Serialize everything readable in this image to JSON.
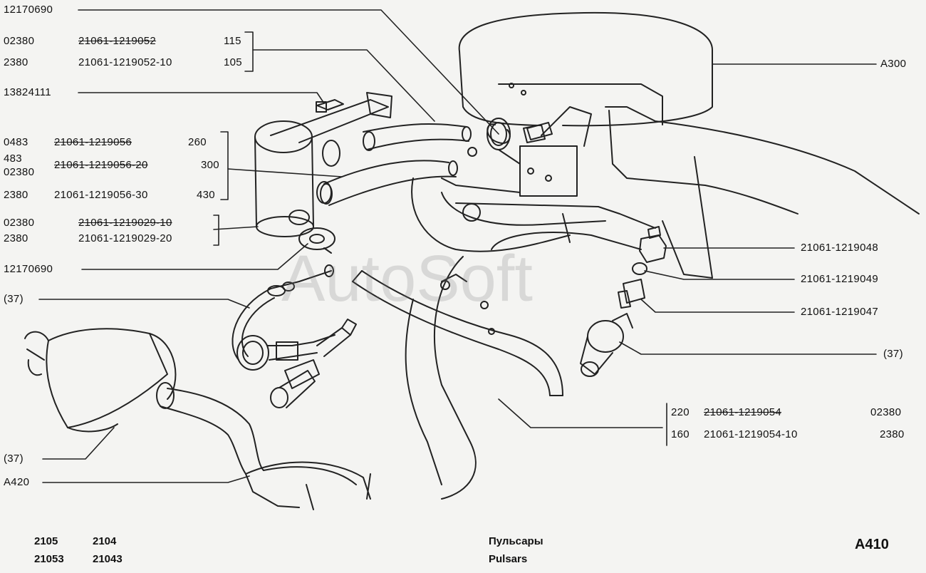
{
  "labels": {
    "top_left_code": "12170690",
    "row1_code": "02380",
    "row1_part": "21061-1219052",
    "row1_qty": "115",
    "row2_code": "2380",
    "row2_part": "21061-1219052-10",
    "row2_qty": "105",
    "bolt_code": "13824111",
    "grp_a_code1": "0483",
    "grp_a_part1": "21061-1219056",
    "grp_a_qty1": "260",
    "grp_a_code2a": "483",
    "grp_a_code2b": "02380",
    "grp_a_part2": "21061-1219056-20",
    "grp_a_qty2": "300",
    "grp_a_code3": "2380",
    "grp_a_part3": "21061-1219056-30",
    "grp_a_qty3": "430",
    "grp_b_code1": "02380",
    "grp_b_part1": "21061-1219029-10",
    "grp_b_code2": "2380",
    "grp_b_part2": "21061-1219029-20",
    "clamp_code": "12170690",
    "ref37_left": "(37)",
    "ref37_left_low": "(37)",
    "a420": "A420",
    "a300": "A300",
    "r_part1": "21061-1219048",
    "r_part2": "21061-1219049",
    "r_part3": "21061-1219047",
    "ref37_right": "(37)",
    "br_qty1": "220",
    "br_part1": "21061-1219054",
    "br_code1": "02380",
    "br_qty2": "160",
    "br_part2": "21061-1219054-10",
    "br_code2": "2380"
  },
  "footer": {
    "model1": "2105",
    "model2": "2104",
    "model3": "21053",
    "model4": "21043",
    "title_ru": "Пульсары",
    "title_en": "Pulsars",
    "sheet": "A410"
  },
  "watermark": "AutoSoft"
}
